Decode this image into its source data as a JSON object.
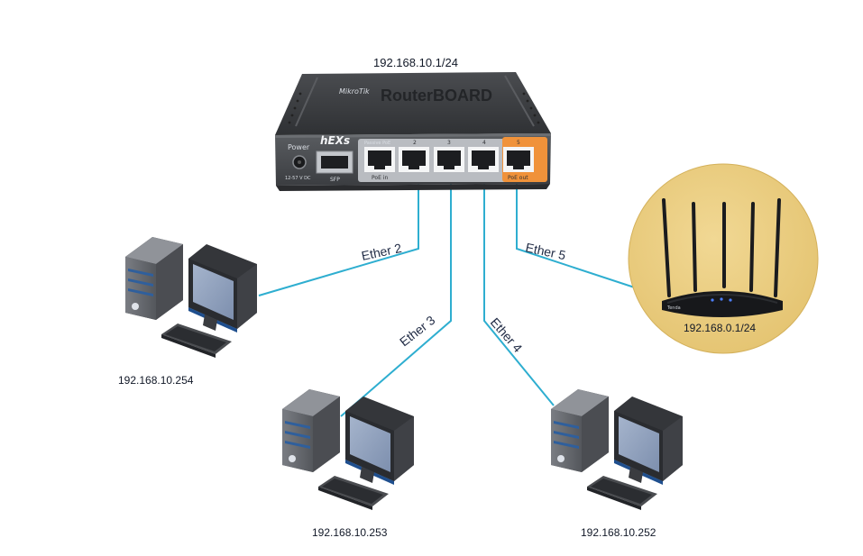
{
  "router": {
    "ip": "192.168.10.1/24",
    "brand_small": "MikroTik",
    "brand": "RouterBOARD",
    "model": "hEXs",
    "power_label": "Power",
    "voltage_label": "12-57 V DC",
    "sfp_label": "SFP",
    "port1_label": "Passive PoE",
    "poe_in_label": "PoE in",
    "poe_out_label": "PoE out",
    "port_numbers": [
      "2",
      "3",
      "4",
      "5"
    ]
  },
  "links": {
    "ether2": "Ether 2",
    "ether3": "Ether 3",
    "ether4": "Ether 4",
    "ether5": "Ether 5"
  },
  "hosts": {
    "pc_left": "192.168.10.254",
    "pc_middle": "192.168.10.253",
    "pc_right": "192.168.10.252"
  },
  "wifi_router": {
    "ip": "192.168.0.1/24",
    "brand": "Tenda"
  },
  "colors": {
    "cable": "#2eaed0",
    "router_body": "#3d3f43",
    "poe_out_accent": "#f0923a",
    "wifi_circle": "#e9cd7f",
    "pc_case": "#5a5c62",
    "pc_screen": "#8a9bb7"
  }
}
